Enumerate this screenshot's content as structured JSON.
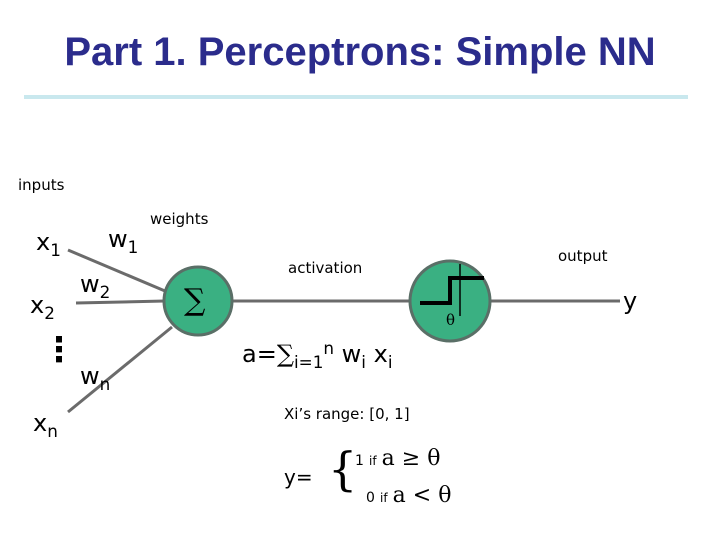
{
  "title": "Part 1. Perceptrons: Simple NN",
  "labels": {
    "inputs": "inputs",
    "weights": "weights",
    "activation": "activation",
    "output": "output",
    "y": "y",
    "theta": "θ",
    "sigma": "∑",
    "ellipsis": "⋮"
  },
  "inputs": [
    {
      "base": "x",
      "sub": "1"
    },
    {
      "base": "x",
      "sub": "2"
    },
    {
      "base": "x",
      "sub": "n"
    }
  ],
  "weights": [
    {
      "base": "w",
      "sub": "1"
    },
    {
      "base": "w",
      "sub": "2"
    },
    {
      "base": "w",
      "sub": "n"
    }
  ],
  "formula": {
    "lhs": "a=",
    "sigma": "∑",
    "sub": "i=1",
    "sup": "n",
    "term_w": "w",
    "term_w_sub": "i",
    "term_x": "x",
    "term_x_sub": "i"
  },
  "range_text": "Xi’s range: [0, 1]",
  "piecewise": {
    "lhs": "y=",
    "brace": "{",
    "case1_val": "1",
    "case1_if": "if",
    "case1_cond": "a ≥ θ",
    "case2_val": "0",
    "case2_if": "if",
    "case2_cond": "a < θ"
  },
  "colors": {
    "title": "#2b2c8c",
    "rule": "#c9e8ee",
    "node_fill": "#3ab082",
    "node_stroke": "#5a6f67"
  }
}
